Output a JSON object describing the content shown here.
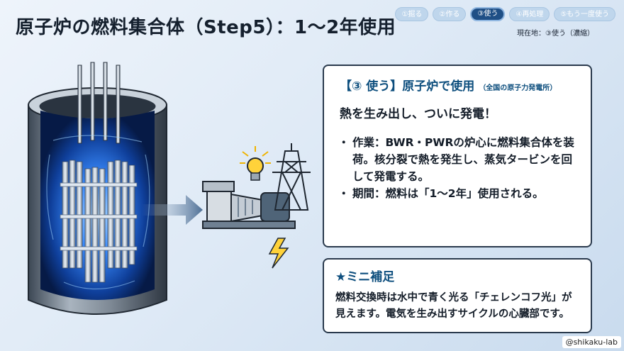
{
  "title": "原子炉の燃料集合体（Step5）：1〜2年使用",
  "steps": [
    {
      "label": "①掘る"
    },
    {
      "label": "②作る"
    },
    {
      "label": "③使う"
    },
    {
      "label": "④再処理"
    },
    {
      "label": "⑤もう一度使う"
    }
  ],
  "active_step": 2,
  "location": "現在地：③使う（濃縮）",
  "main_panel": {
    "title": "【③ 使う】原子炉で使用",
    "title_note": "（全国の原子力発電所）",
    "subhead": "熱を生み出し、ついに発電！",
    "bullets": [
      "作業：BWR・PWRの炉心に燃料集合体を装荷。核分裂で熱を発生し、蒸気タービンを回して発電する。",
      "期間：燃料は「1〜2年」使用される。"
    ]
  },
  "note_panel": {
    "title": "★ミニ補足",
    "body": "燃料交換時は水中で青く光る「チェレンコフ光」が見えます。電気を生み出すサイクルの心臓部です。"
  },
  "credit": "@shikaku-lab",
  "colors": {
    "accent": "#0e4f7e",
    "active_step": "#1f4f86",
    "step": "#bfd6ec",
    "glow": "#3a8cff"
  },
  "icons": [
    "reactor-vessel-illustration",
    "fuel-assembly-illustration",
    "arrow-right-icon",
    "turbine-generator-icon",
    "light-bulb-icon",
    "power-tower-icon",
    "lightning-icon"
  ]
}
